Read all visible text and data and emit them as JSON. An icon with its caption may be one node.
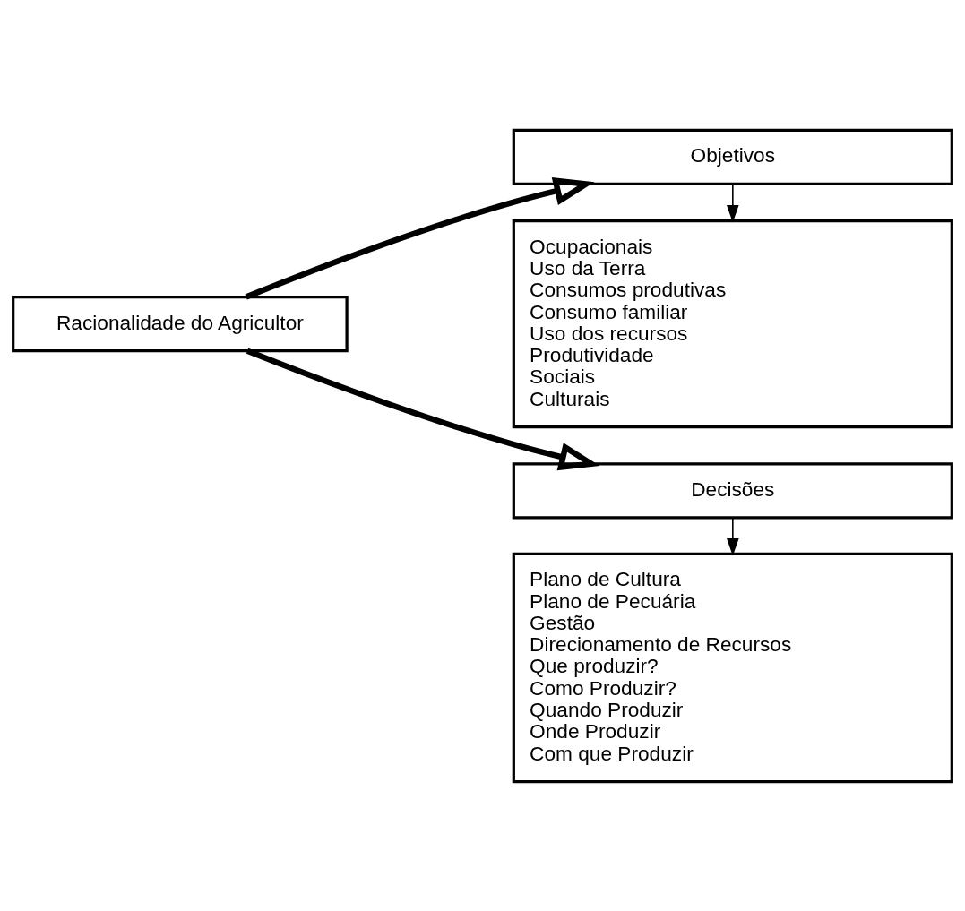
{
  "diagram": {
    "nodes": [
      {
        "text": [
          "Racionalidade do Agricultor"
        ]
      },
      {
        "text": [
          "Objetivos"
        ]
      },
      {
        "text": [
          "Ocupacionais",
          "Uso da Terra",
          "Consumos produtivas",
          "Consumo familiar",
          "Uso dos recursos",
          "Produtividade",
          "Sociais",
          "Culturais"
        ]
      },
      {
        "text": [
          "Decisões"
        ]
      },
      {
        "text": [
          "Plano de Cultura",
          "Plano de Pecuária",
          "Gestão",
          "Direcionamento de Recursos",
          "Que produzir?",
          "Como Produzir?",
          "Quando Produzir",
          "Onde Produzir",
          "Com que Produzir"
        ]
      }
    ],
    "edges": [
      {
        "from": 0,
        "to": 1,
        "arrow": "to",
        "style": "thick"
      },
      {
        "from": 0,
        "to": 3,
        "arrow": "to",
        "style": "thick"
      },
      {
        "from": 1,
        "to": 2,
        "arrow": "to"
      },
      {
        "from": 3,
        "to": 4,
        "arrow": "to"
      }
    ]
  }
}
